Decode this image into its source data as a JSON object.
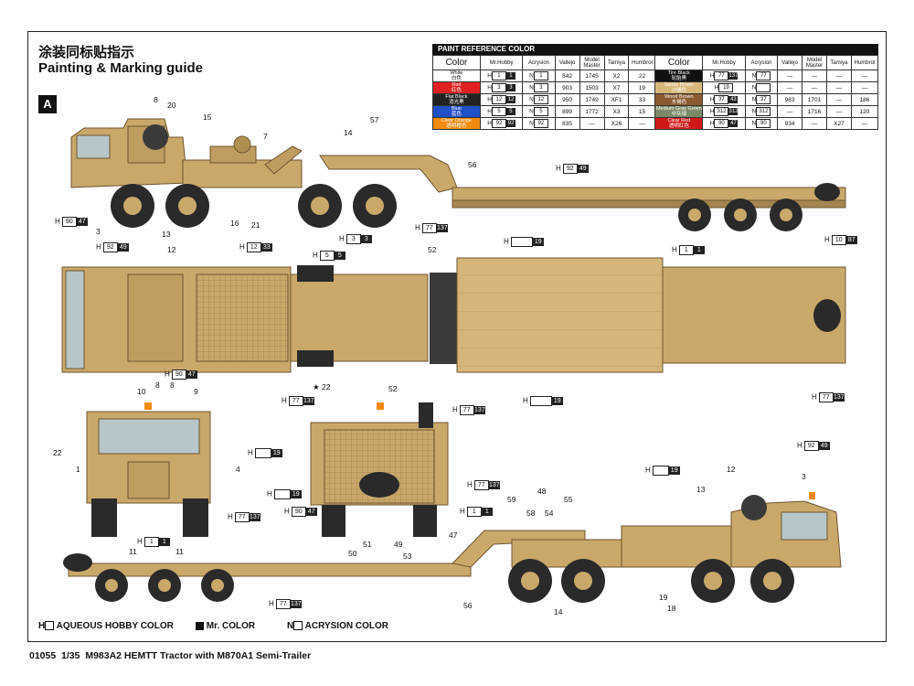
{
  "header": {
    "title_cn": "涂装同标贴指示",
    "title_en": "Painting & Marking guide",
    "view_label": "A"
  },
  "paint_table": {
    "heading": "PAINT REFERENCE COLOR",
    "columns": [
      "Color",
      "Mr.Hobby",
      "Acrysion",
      "Vallejo",
      "Model Master",
      "Tamiya",
      "Humbrol"
    ],
    "left": [
      {
        "name": "White",
        "cn": "白色",
        "bg": "#ffffff",
        "fg": "#111111",
        "hobby": "1",
        "acrysion": "1",
        "vallejo": "842",
        "mm": "1745",
        "tamiya": "X2",
        "humbrol": "22"
      },
      {
        "name": "Red",
        "cn": "红色",
        "bg": "#e02020",
        "fg": "#ffffff",
        "hobby": "3",
        "acrysion": "3",
        "vallejo": "903",
        "mm": "1503",
        "tamiya": "X7",
        "humbrol": "19"
      },
      {
        "name": "Flat Black",
        "cn": "消光黑",
        "bg": "#222222",
        "fg": "#ffffff",
        "hobby": "12",
        "acrysion": "12",
        "vallejo": "950",
        "mm": "1749",
        "tamiya": "XF1",
        "humbrol": "33"
      },
      {
        "name": "Blue",
        "cn": "蓝色",
        "bg": "#2050c8",
        "fg": "#ffffff",
        "hobby": "5",
        "acrysion": "5",
        "vallejo": "899",
        "mm": "1772",
        "tamiya": "X3",
        "humbrol": "15"
      },
      {
        "name": "Clear Orange",
        "cn": "透明橙色",
        "bg": "#f08a10",
        "fg": "#ffffff",
        "hobby": "92",
        "acrysion": "92",
        "vallejo": "835",
        "mm": "—",
        "tamiya": "X26",
        "humbrol": "—"
      }
    ],
    "right": [
      {
        "name": "Tire Black",
        "cn": "轮胎黑",
        "bg": "#111111",
        "fg": "#ffffff",
        "hobby": "77",
        "hobby_m": "137",
        "acrysion": "77",
        "vallejo": "—",
        "mm": "—",
        "tamiya": "—",
        "humbrol": "—"
      },
      {
        "name": "Sandy Brown",
        "cn": "沙褐色",
        "bg": "#d8b87a",
        "fg": "#ffffff",
        "hobby": "19",
        "acrysion": "",
        "vallejo": "—",
        "mm": "—",
        "tamiya": "—",
        "humbrol": "—"
      },
      {
        "name": "Wood Brown",
        "cn": "木褐色",
        "bg": "#8a5a30",
        "fg": "#ffffff",
        "hobby": "37",
        "hobby_m": "43",
        "acrysion": "37",
        "vallejo": "983",
        "mm": "1701",
        "tamiya": "—",
        "humbrol": "186"
      },
      {
        "name": "Medium Gray Green",
        "cn": "中灰绿",
        "bg": "#7a8a68",
        "fg": "#ffffff",
        "hobby": "312",
        "hobby_m": "312",
        "acrysion": "312",
        "vallejo": "—",
        "mm": "1716",
        "tamiya": "—",
        "humbrol": "120"
      },
      {
        "name": "Clear Red",
        "cn": "透明红色",
        "bg": "#d01818",
        "fg": "#ffffff",
        "hobby": "90",
        "hobby_m": "47",
        "acrysion": "90",
        "vallejo": "934",
        "mm": "—",
        "tamiya": "X27",
        "humbrol": "—"
      }
    ]
  },
  "callouts": {
    "side_top": [
      "8",
      "20",
      "15",
      "7",
      "14",
      "57",
      "56",
      "3",
      "13",
      "12",
      "16",
      "21"
    ],
    "side_codes": {
      "h90_47": [
        "90",
        "47"
      ],
      "h77_137": [
        "77",
        "137"
      ],
      "h19": "19",
      "h1_1": [
        "1",
        "1"
      ],
      "h92_49": [
        "92",
        "49"
      ],
      "h10_87": [
        "10",
        "87"
      ]
    },
    "plan_top": [
      "8",
      "★ 22",
      "52"
    ],
    "plan_codes": {
      "h92_49": [
        "92",
        "49"
      ],
      "h12_33": [
        "12",
        "33"
      ],
      "h5_5": [
        "5",
        "5"
      ],
      "h3_3": [
        "3",
        "3"
      ],
      "h90_47": [
        "90",
        "47"
      ],
      "h77_137": [
        "77",
        "137"
      ],
      "h19": "19",
      "h77_137b": [
        "77",
        "137"
      ]
    },
    "front": [
      "10",
      "8",
      "9",
      "22",
      "1",
      "4",
      "11",
      "11"
    ],
    "rear": [
      "52",
      "50",
      "51",
      "49",
      "53"
    ],
    "bottom": [
      "59",
      "58",
      "54",
      "55",
      "48",
      "47",
      "56",
      "14",
      "19",
      "18",
      "13",
      "12",
      "3"
    ],
    "front_codes": {
      "h19": "19",
      "h77_137": [
        "77",
        "137"
      ],
      "h1_1": [
        "1",
        "1"
      ]
    },
    "rear_codes": {
      "h19": "19",
      "h90_47": [
        "90",
        "47"
      ],
      "h77_137": [
        "77",
        "137"
      ],
      "h77_137b": [
        "77",
        "137"
      ],
      "h1_1": [
        "1",
        "1"
      ]
    },
    "bottom_codes": {
      "h19": "19",
      "h92_49": [
        "92",
        "49"
      ],
      "h77_137": [
        "77",
        "137"
      ]
    }
  },
  "legend": {
    "aqueous": "AQUEOUS HOBBY COLOR",
    "mr": "Mr. COLOR",
    "acrysion": "ACRYSION COLOR",
    "h_prefix": "H",
    "n_prefix": "N"
  },
  "footer": {
    "code": "01055",
    "scale": "1/35",
    "title": "M983A2 HEMTT Tractor with M870A1 Semi-Trailer"
  },
  "colors": {
    "sand": "#c9a86a",
    "sand_dark": "#a58550",
    "tire": "#2a2a2a",
    "wood": "#d6b57a"
  }
}
